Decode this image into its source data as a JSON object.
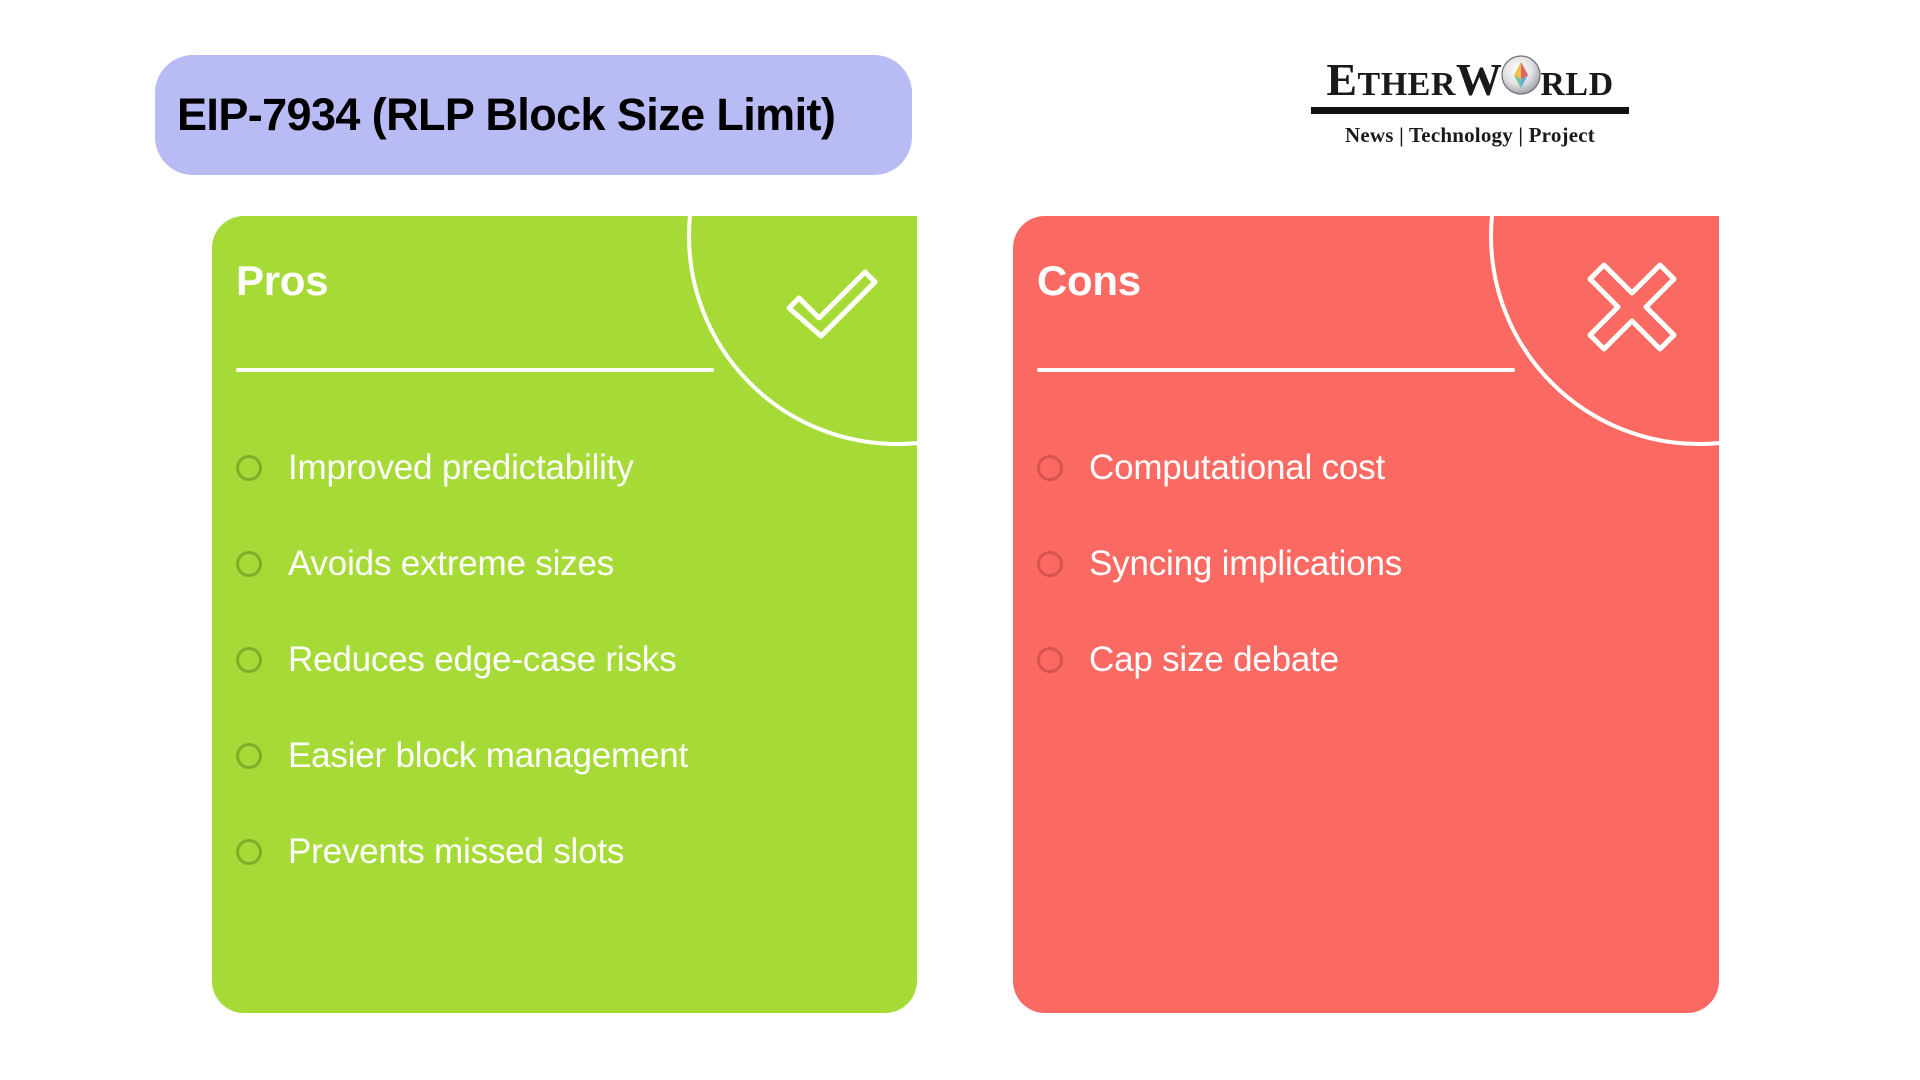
{
  "slide": {
    "background_color": "#ffffff",
    "title_badge": {
      "text": "EIP-7934 (RLP Block Size Limit)",
      "background_color": "#b9bbf4",
      "text_color": "#000000"
    },
    "logo": {
      "word_1": "E",
      "word_2": "THER",
      "word_3": "W",
      "icon": "ethereum-diamond-icon",
      "word_4": "RLD",
      "tagline": "News | Technology | Project"
    },
    "cards": [
      {
        "id": "pros",
        "heading": "Pros",
        "icon": "checkmark-icon",
        "background_color": "#a6da37",
        "text_color": "#ffffff",
        "items": [
          "Improved predictability",
          "Avoids extreme sizes",
          "Reduces edge-case risks",
          "Easier block management",
          "Prevents missed slots"
        ]
      },
      {
        "id": "cons",
        "heading": "Cons",
        "icon": "cross-icon",
        "background_color": "#fa6a62",
        "text_color": "#ffffff",
        "items": [
          "Computational cost",
          "Syncing implications",
          "Cap size debate"
        ]
      }
    ]
  }
}
